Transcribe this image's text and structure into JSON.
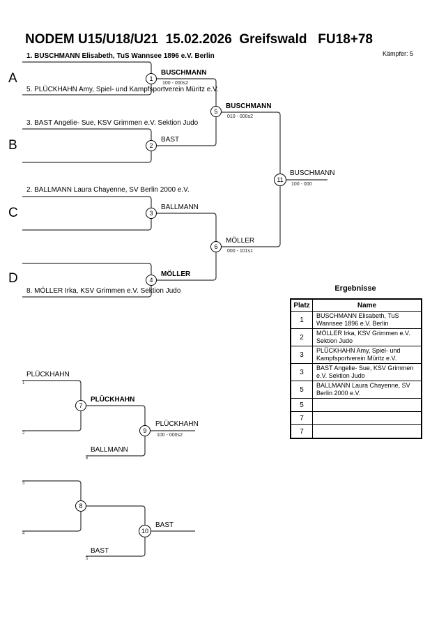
{
  "header": {
    "title": "NODEM U15/U18/U21  15.02.2026  Greifswald   FU18+78",
    "fighters": "Kämpfer: 5"
  },
  "pools": [
    "A",
    "B",
    "C",
    "D"
  ],
  "entries": {
    "e1": "1. BUSCHMANN Elisabeth, TuS Wannsee 1896 e.V. Berlin",
    "e5": "5. PLÜCKHAHN Amy, Spiel- und Kampfsportverein Müritz e.V.",
    "e3": "3. BAST Angelie- Sue, KSV Grimmen e.V. Sektion Judo",
    "e2": "2. BALLMANN Laura Chayenne, SV Berlin 2000 e.V.",
    "e8": "8. MÖLLER Irka, KSV Grimmen e.V. Sektion Judo"
  },
  "fights": {
    "f1": {
      "no": "1",
      "winner": "BUSCHMANN",
      "score": "100 - 000s2"
    },
    "f2": {
      "no": "2",
      "winner": "BAST"
    },
    "f3": {
      "no": "3",
      "winner": "BALLMANN"
    },
    "f4": {
      "no": "4",
      "winner": "MÖLLER"
    },
    "f5": {
      "no": "5",
      "winner": "BUSCHMANN",
      "score": "010 - 000s2"
    },
    "f6": {
      "no": "6",
      "winner": "MÖLLER",
      "score": "000 - 101s1"
    },
    "f11": {
      "no": "11",
      "winner": "BUSCHMANN",
      "score": "100 - 000"
    },
    "f7": {
      "no": "7",
      "winner": "PLÜCKHAHN",
      "in_top": "PLÜCKHAHN",
      "slot_top": "1",
      "slot_bottom": "2"
    },
    "f9": {
      "no": "9",
      "winner": "PLÜCKHAHN",
      "score": "100 - 000s2",
      "in": "BALLMANN",
      "slot": "6"
    },
    "f8": {
      "no": "8",
      "slot_top": "3",
      "slot_bottom": "4"
    },
    "f10": {
      "no": "10",
      "winner": "BAST",
      "in": "BAST",
      "slot": "5"
    }
  },
  "results": {
    "title": "Ergebnisse",
    "headers": [
      "Platz",
      "Name"
    ],
    "rows": [
      {
        "place": "1",
        "name": "BUSCHMANN Elisabeth, TuS Wannsee 1896 e.V. Berlin"
      },
      {
        "place": "2",
        "name": "MÖLLER Irka, KSV Grimmen e.V. Sektion Judo"
      },
      {
        "place": "3",
        "name": "PLÜCKHAHN Amy, Spiel- und Kampfsportverein Müritz e.V."
      },
      {
        "place": "3",
        "name": "BAST Angelie- Sue, KSV Grimmen e.V. Sektion Judo"
      },
      {
        "place": "5",
        "name": "BALLMANN Laura Chayenne, SV Berlin 2000 e.V."
      },
      {
        "place": "5",
        "name": ""
      },
      {
        "place": "7",
        "name": ""
      },
      {
        "place": "7",
        "name": ""
      }
    ]
  }
}
